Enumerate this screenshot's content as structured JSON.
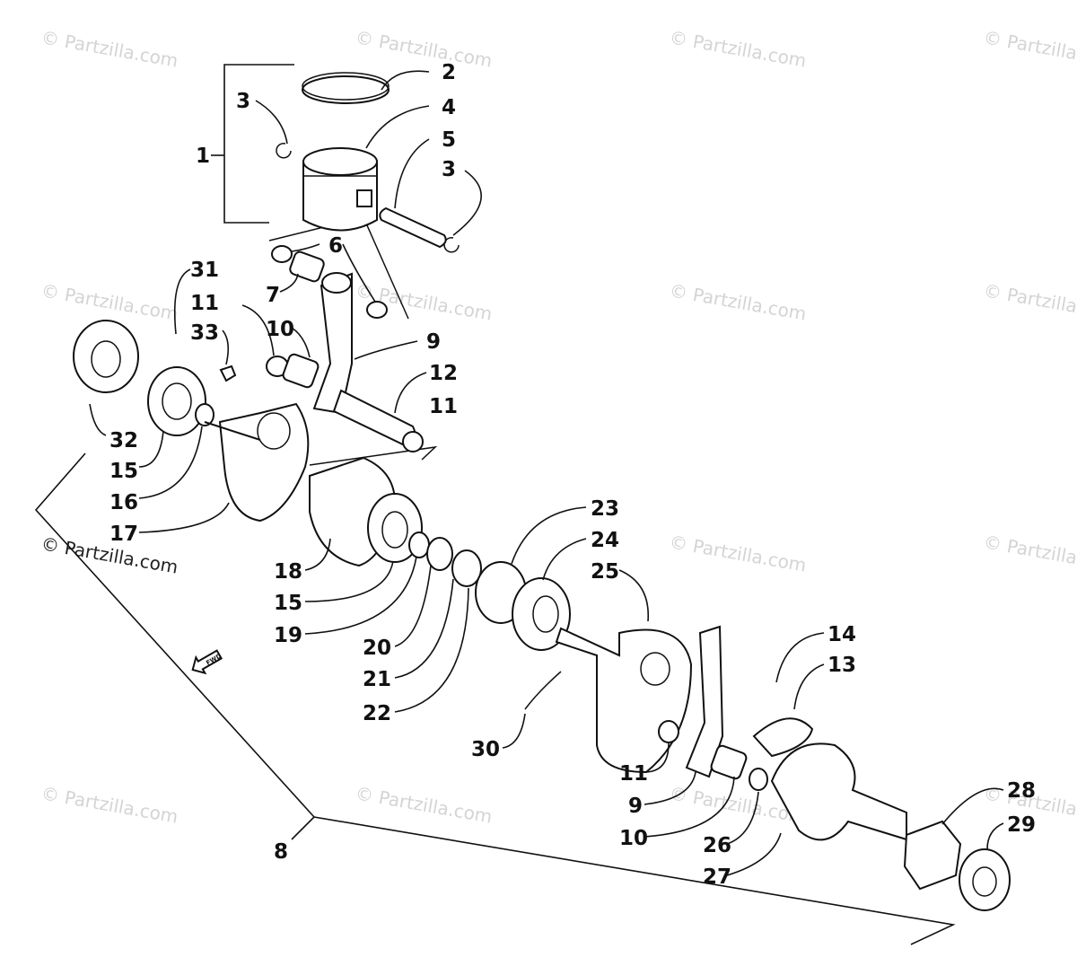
{
  "watermark_text": "© Partzilla.com",
  "credit_text": "© Partzilla.com",
  "fwd_label": "FWD",
  "callouts": [
    {
      "id": "1",
      "text": "1"
    },
    {
      "id": "2",
      "text": "2"
    },
    {
      "id": "3a",
      "text": "3"
    },
    {
      "id": "4",
      "text": "4"
    },
    {
      "id": "5",
      "text": "5"
    },
    {
      "id": "3b",
      "text": "3"
    },
    {
      "id": "6",
      "text": "6"
    },
    {
      "id": "31",
      "text": "31"
    },
    {
      "id": "11a",
      "text": "11"
    },
    {
      "id": "7",
      "text": "7"
    },
    {
      "id": "33",
      "text": "33"
    },
    {
      "id": "10a",
      "text": "10"
    },
    {
      "id": "9a",
      "text": "9"
    },
    {
      "id": "12",
      "text": "12"
    },
    {
      "id": "11b",
      "text": "11"
    },
    {
      "id": "32",
      "text": "32"
    },
    {
      "id": "15a",
      "text": "15"
    },
    {
      "id": "16",
      "text": "16"
    },
    {
      "id": "17",
      "text": "17"
    },
    {
      "id": "23",
      "text": "23"
    },
    {
      "id": "24",
      "text": "24"
    },
    {
      "id": "25",
      "text": "25"
    },
    {
      "id": "18",
      "text": "18"
    },
    {
      "id": "15b",
      "text": "15"
    },
    {
      "id": "19",
      "text": "19"
    },
    {
      "id": "20",
      "text": "20"
    },
    {
      "id": "21",
      "text": "21"
    },
    {
      "id": "22",
      "text": "22"
    },
    {
      "id": "14",
      "text": "14"
    },
    {
      "id": "13",
      "text": "13"
    },
    {
      "id": "30",
      "text": "30"
    },
    {
      "id": "11c",
      "text": "11"
    },
    {
      "id": "9b",
      "text": "9"
    },
    {
      "id": "10b",
      "text": "10"
    },
    {
      "id": "26",
      "text": "26"
    },
    {
      "id": "28",
      "text": "28"
    },
    {
      "id": "29",
      "text": "29"
    },
    {
      "id": "27",
      "text": "27"
    },
    {
      "id": "8",
      "text": "8"
    }
  ]
}
